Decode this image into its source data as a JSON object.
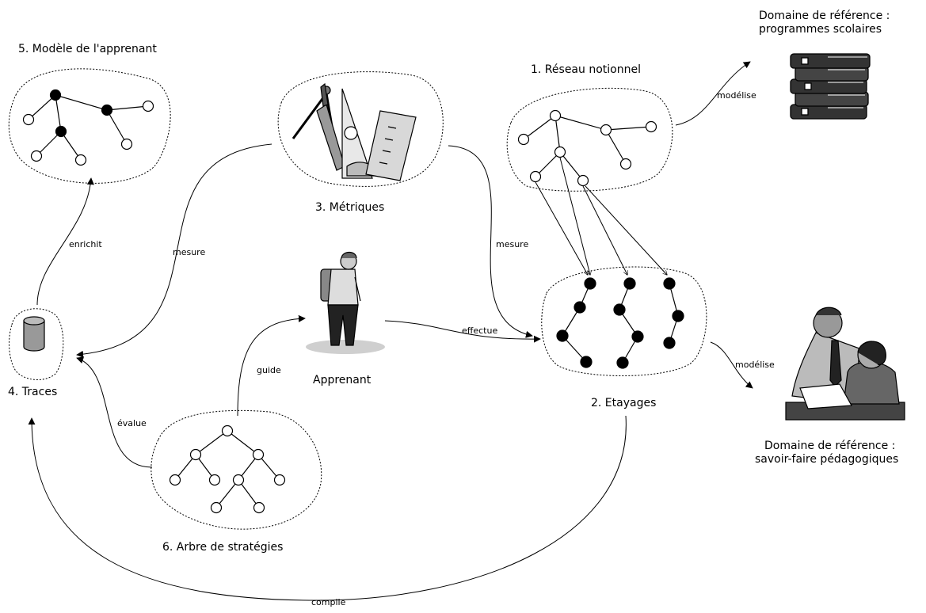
{
  "nodes": {
    "reseau": {
      "title": "1. Réseau notionnel"
    },
    "etayages": {
      "title": "2. Etayages"
    },
    "metriques": {
      "title": "3. Métriques"
    },
    "traces": {
      "title": "4. Traces"
    },
    "modele": {
      "title": "5. Modèle de l'apprenant"
    },
    "arbre": {
      "title": "6. Arbre de stratégies"
    },
    "apprenant": {
      "title": "Apprenant"
    },
    "domaine_programmes": {
      "line1": "Domaine de référence :",
      "line2": "programmes scolaires"
    },
    "domaine_savoir": {
      "line1": "Domaine de référence :",
      "line2": "savoir-faire pédagogiques"
    }
  },
  "edges": {
    "modelise_1": "modélise",
    "modelise_2": "modélise",
    "enrichit": "enrichit",
    "mesure_left": "mesure",
    "mesure_right": "mesure",
    "guide": "guide",
    "effectue": "effectue",
    "evalue": "évalue",
    "compile": "compile"
  },
  "icons": {
    "books": "stack-of-books-icon",
    "tools": "geometry-tools-icon",
    "learner": "student-with-backpack-icon",
    "teachers": "two-people-reviewing-document-icon",
    "database": "database-cylinder-icon"
  }
}
